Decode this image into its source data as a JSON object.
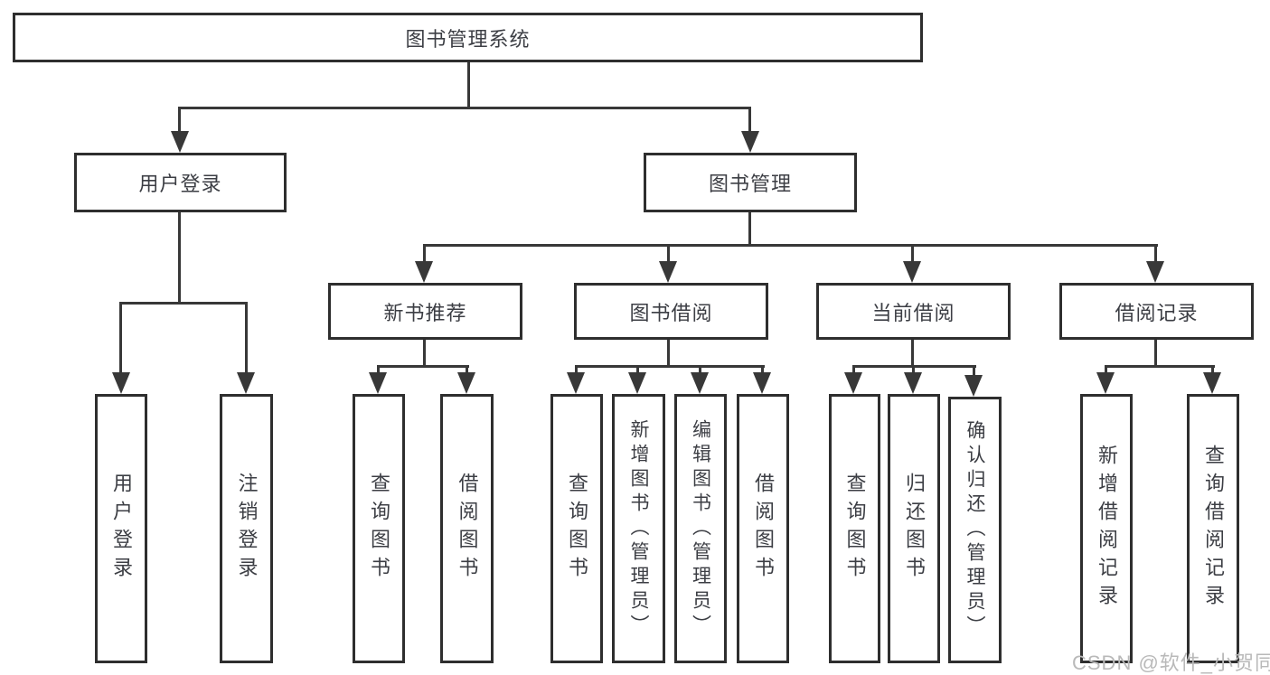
{
  "nodes": {
    "root": "图书管理系统",
    "userLogin": "用户登录",
    "bookMgmt": "图书管理",
    "newBook": "新书推荐",
    "bookBorrow": "图书借阅",
    "currentBorrow": "当前借阅",
    "borrowRecords": "借阅记录"
  },
  "leaves": {
    "userLogin": [
      "用户登录",
      "注销登录"
    ],
    "newBook": [
      "查询图书",
      "借阅图书"
    ],
    "bookBorrow": [
      "查询图书",
      "新增图书（管理员）",
      "编辑图书（管理员）",
      "借阅图书"
    ],
    "currentBorrow": [
      "查询图书",
      "归还图书",
      "确认归还（管理员）"
    ],
    "borrowRecords": [
      "新增借阅记录",
      "查询借阅记录"
    ]
  },
  "watermark": "CSDN @软件_小贺同学",
  "colors": {
    "line": "#383838",
    "border": "#2e2e2e",
    "text": "#3c3e44",
    "watermark": "#b9b9b9",
    "background": "#ffffff"
  }
}
